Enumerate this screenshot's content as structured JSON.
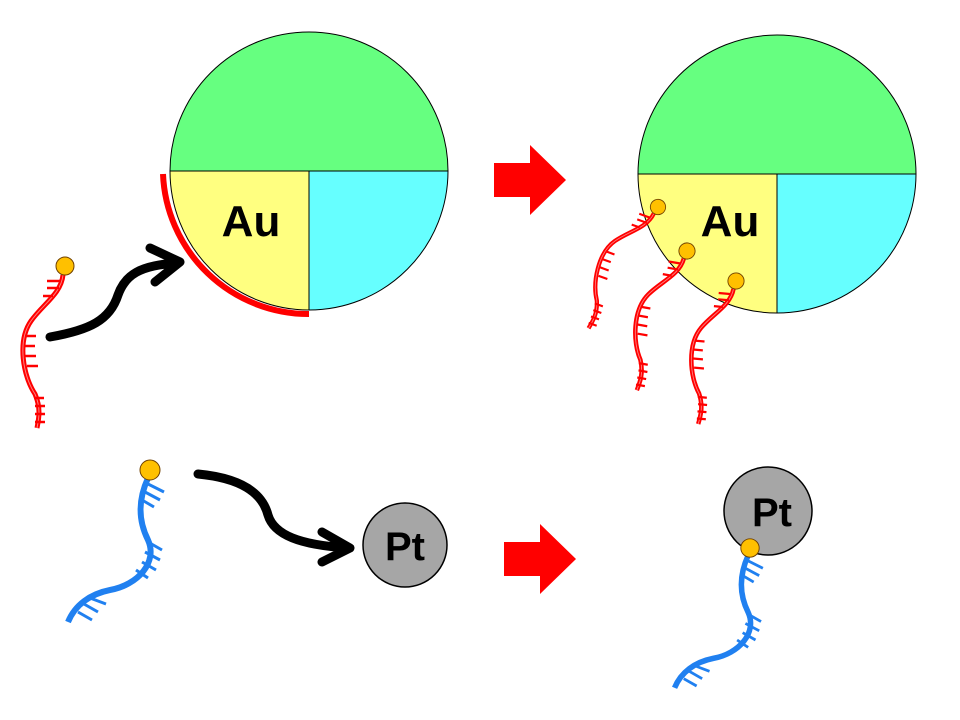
{
  "labels": {
    "gold_before": "Au",
    "gold_after": "Au",
    "platinum_before": "Pt",
    "platinum_after": "Pt"
  },
  "colors": {
    "green": "#66ff80",
    "yellow": "#ffff80",
    "cyan": "#66ffff",
    "red": "#ff0000",
    "blue": "#2080f0",
    "bead": "#ffc000",
    "platinum": "#a6a6a6"
  },
  "icons": [
    "dna-strand-icon",
    "thiol-bead-icon",
    "block-arrow-icon",
    "curved-arrow-icon"
  ]
}
